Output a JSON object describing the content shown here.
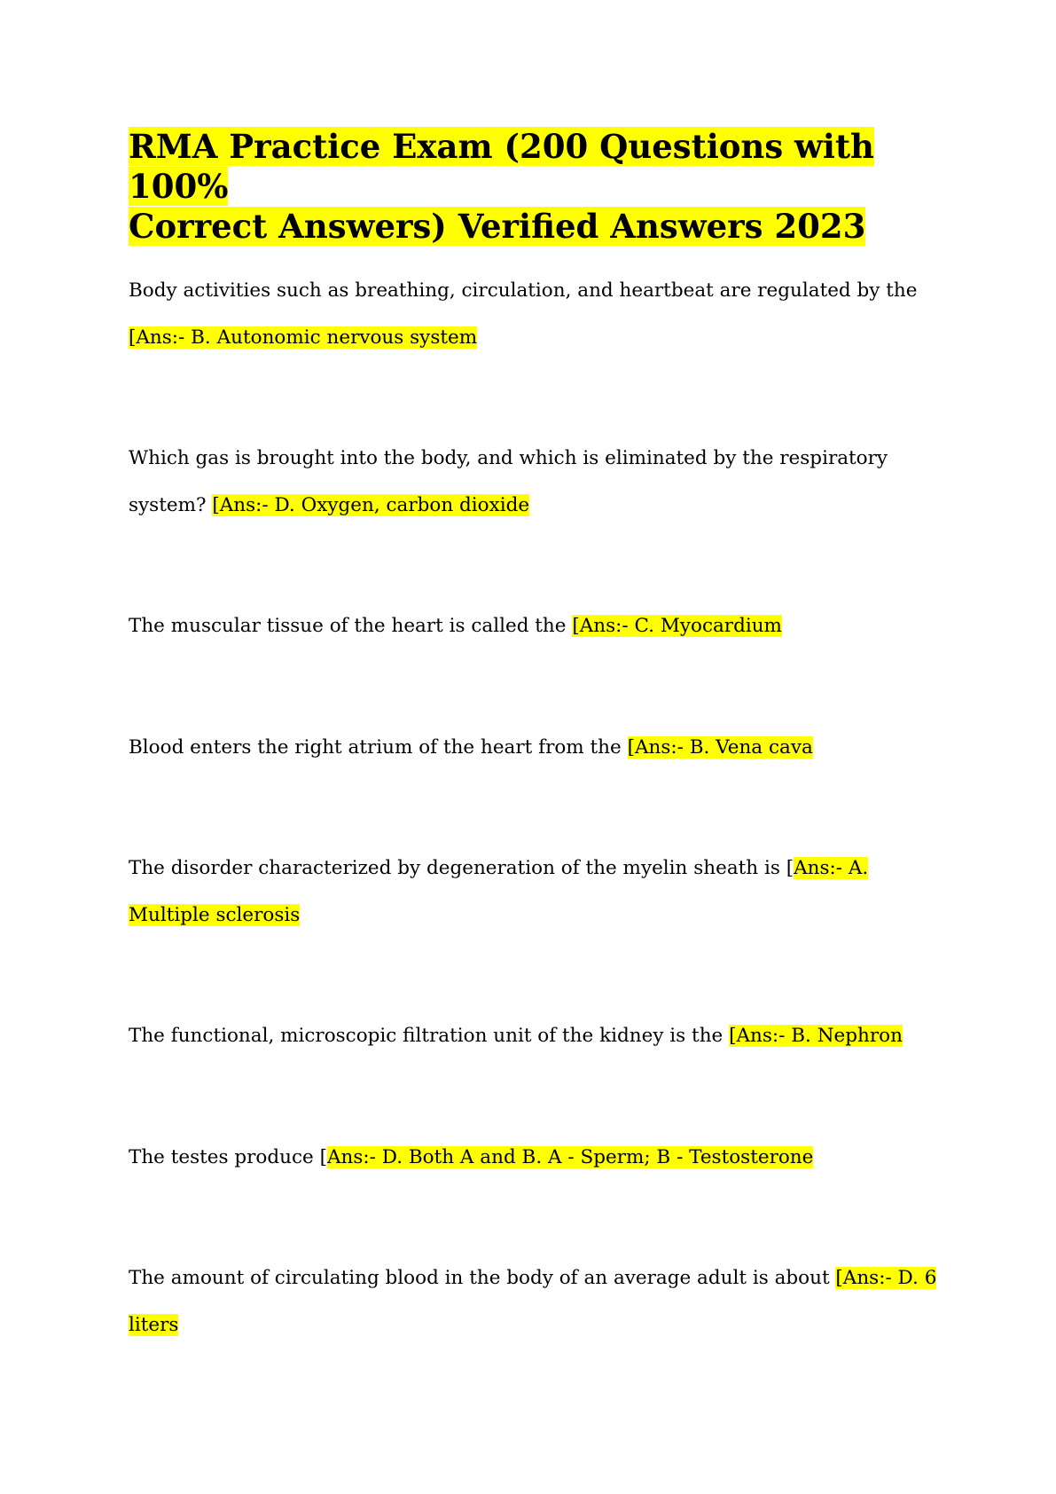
{
  "title": {
    "line1": "RMA Practice Exam (200 Questions with 100%",
    "line2": "Correct Answers) Verified Answers 2023"
  },
  "items": [
    {
      "question": "Body activities such as breathing, circulation, and heartbeat are regulated by the ",
      "answer": "[Ans:- B. Autonomic nervous system"
    },
    {
      "question": "Which gas is brought into the body, and which is eliminated by the respiratory system? ",
      "answer": "[Ans:- D. Oxygen, carbon dioxide"
    },
    {
      "question": "The muscular tissue of the heart is called the ",
      "answer": "[Ans:- C. Myocardium"
    },
    {
      "question": "Blood enters the right atrium of the heart from the ",
      "answer": "[Ans:- B. Vena cava"
    },
    {
      "question": "The disorder characterized by degeneration of the myelin sheath is [",
      "answer": "Ans:- A. Multiple sclerosis"
    },
    {
      "question": "The functional, microscopic filtration unit of the kidney is the ",
      "answer": "[Ans:- B. Nephron"
    },
    {
      "question": "The testes produce [",
      "answer": "Ans:- D. Both A and B. A - Sperm; B - Testosterone"
    },
    {
      "question": "The amount of circulating blood in the body of an average adult is about ",
      "answer": "[Ans:- D. 6 liters"
    }
  ],
  "colors": {
    "highlight": "#ffff00",
    "text": "#000000",
    "background": "#ffffff"
  }
}
